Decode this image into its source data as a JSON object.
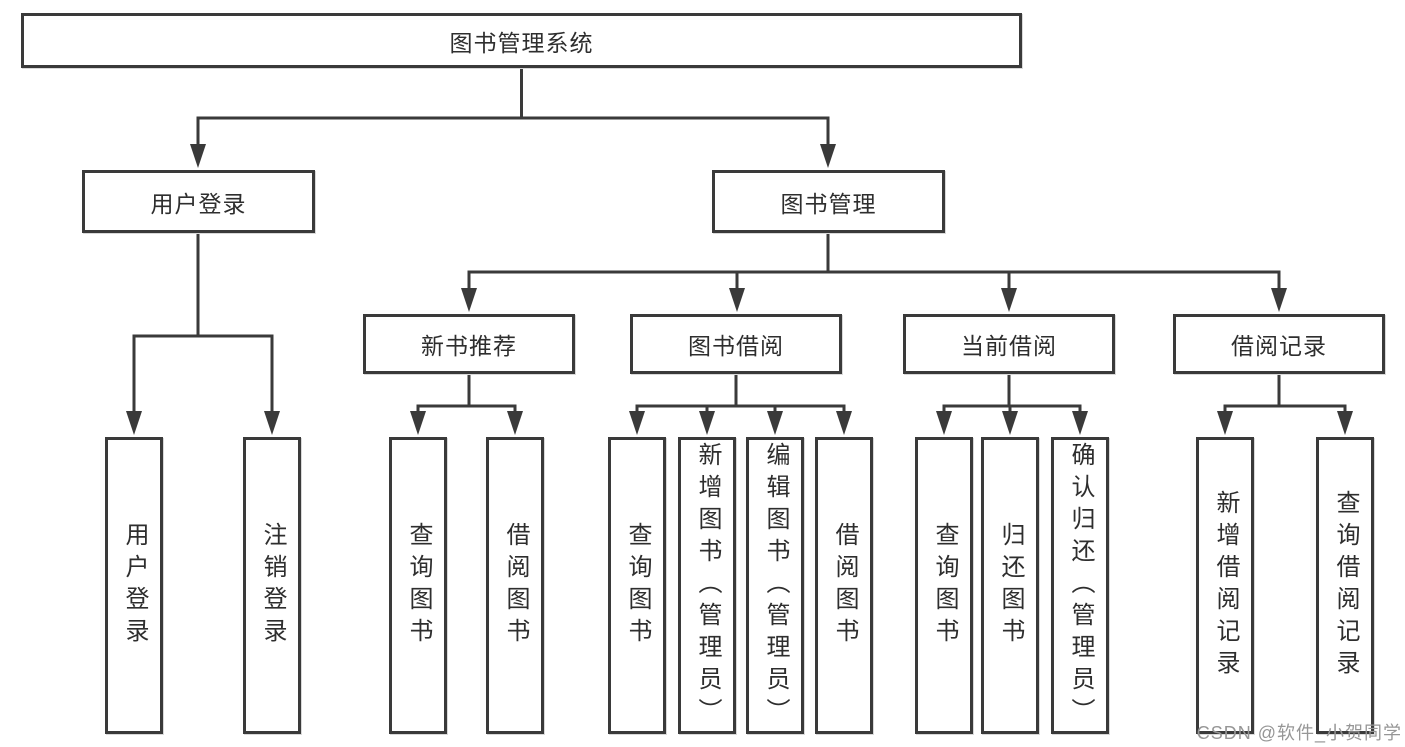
{
  "colors": {
    "line": "#3a3a3a",
    "text": "#2e2e2e",
    "box_bg": "#ffffff",
    "watermark": "#969696"
  },
  "tree": {
    "root": "图书管理系统",
    "level2": [
      "用户登录",
      "图书管理"
    ],
    "level3": [
      "新书推荐",
      "图书借阅",
      "当前借阅",
      "借阅记录"
    ],
    "leaves": [
      "用户登录",
      "注销登录",
      "查询图书",
      "借阅图书",
      "查询图书",
      "新增图书（管理员）",
      "编辑图书（管理员）",
      "借阅图书",
      "查询图书",
      "归还图书",
      "确认归还（管理员）",
      "新增借阅记录",
      "查询借阅记录"
    ]
  },
  "watermark": {
    "text": "CSDN @软件_小贺同学"
  }
}
